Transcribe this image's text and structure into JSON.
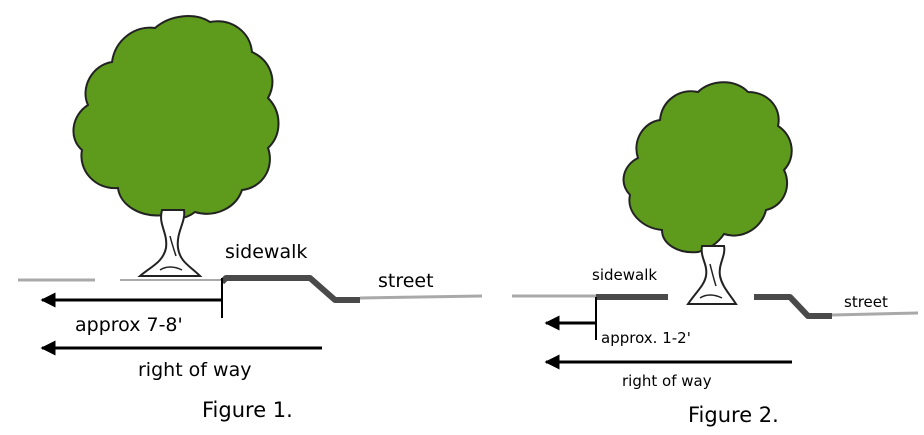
{
  "figures": [
    {
      "caption": "Figure 1.",
      "sidewalk_label": "sidewalk",
      "street_label": "street",
      "distance_label": "approx 7-8'",
      "right_of_way_label": "right of way"
    },
    {
      "caption": "Figure 2.",
      "sidewalk_label": "sidewalk",
      "street_label": "street",
      "distance_label": "approx. 1-2'",
      "right_of_way_label": "right of way"
    }
  ],
  "colors": {
    "foliage": "#5e9a1c",
    "outline": "#222222",
    "ground_line": "#a9a9a9",
    "sidewalk": "#4a4a4a",
    "arrow": "#000000"
  }
}
